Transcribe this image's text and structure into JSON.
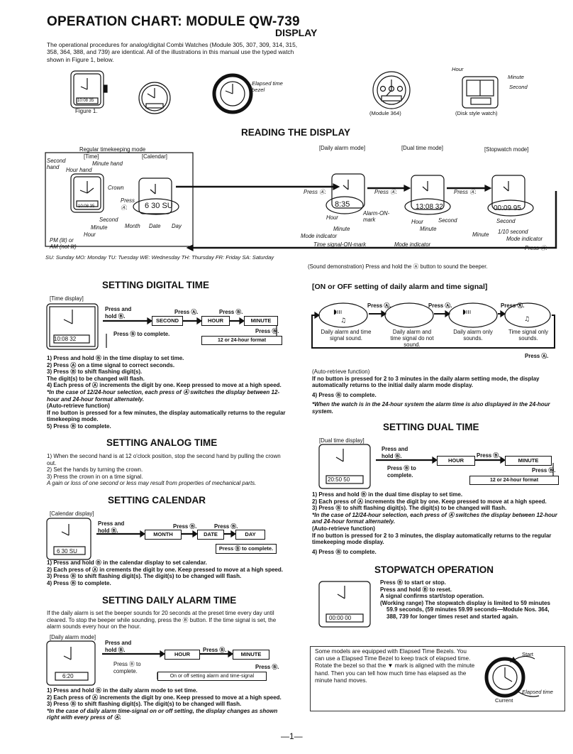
{
  "header": {
    "title": "OPERATION CHART: MODULE QW-739",
    "subtitle": "DISPLAY",
    "intro": "The operational procedures for analog/digital Combi Watches (Module 305, 307, 309, 314, 315, 358, 364, 388, and 739) are identical. All of the illustrations in this manual use the typed watch shown in Figure 1, below.",
    "figure1": "Figure 1.",
    "elapsed_time_bezel": "Elapsed time bezel",
    "module364": "(Module 364)",
    "disk_style": "(Disk style watch)",
    "hour": "Hour",
    "minute": "Minute",
    "second": "Second"
  },
  "reading": {
    "title": "READING THE DISPLAY",
    "regular_mode": "Regular timekeeping mode",
    "time": "[Time]",
    "calendar": "[Calendar]",
    "daily_alarm_mode": "[Daily alarm mode]",
    "dual_time_mode": "[Dual time mode]",
    "stopwatch_mode": "[Stopwatch mode]",
    "second_hand": "Second hand",
    "minute_hand": "Minute hand",
    "hour_hand": "Hour hand",
    "crown": "Crown",
    "press_a": "Press Ⓐ.",
    "second": "Second",
    "minute": "Minute",
    "hour": "Hour",
    "month": "Month",
    "date": "Date",
    "day": "Day",
    "pm_am": "PM (lit) or AM (not lit)",
    "alarm_on_mark": "Alarm-ON-mark",
    "mode_indicator": "Mode indicator",
    "time_signal_on_mark": "Time signal-ON-mark",
    "tenth_second": "1/10 second",
    "lcd_time": "10:08 35",
    "lcd_cal": "6 30 SU",
    "lcd_alarm": "8:35",
    "lcd_dual": "13:08 32",
    "lcd_stop": "00:09 95",
    "days": "SU: Sunday MO: Monday TU: Tuesday WE: Wednesday TH: Thursday FR: Friday SA: Saturday",
    "sound_demo": "(Sound demonstration) Press and hold the Ⓐ button to sound the beeper."
  },
  "setting_digital": {
    "title": "SETTING DIGITAL TIME",
    "display_label": "[Time display]",
    "press_hold": "Press and hold Ⓑ.",
    "press_a": "Press Ⓐ.",
    "press_b": "Press Ⓑ.",
    "second": "SECOND",
    "hour": "HOUR",
    "minute": "MINUTE",
    "press_b_complete": "Press Ⓑ to complete.",
    "format": "12 or 24-hour format",
    "lcd": "10:08 32",
    "steps": [
      "1) Press and hold Ⓑ in the time display to set time.",
      "2) Press Ⓐ on a time signal to correct seconds.",
      "3) Press Ⓑ to shift flashing digit(s).",
      "    The digit(s) to be changed will flash.",
      "4) Each press of Ⓐ increments the digit by one. Keep pressed to move at a high speed."
    ],
    "note": "*In the case of 12/24-hour selection, each press of Ⓐ switches the display between 12-hour and 24-hour format alternately.",
    "auto_title": "(Auto-retrieve function)",
    "auto_text": "If no button is pressed for a few minutes, the display automatically returns to the regular timekeeping mode.",
    "step5": "5) Press Ⓑ to complete."
  },
  "setting_analog": {
    "title": "SETTING ANALOG TIME",
    "steps": [
      "1) When the second hand is at 12 o'clock position, stop the second hand by pulling the crown out.",
      "2) Set the hands by turning the crown.",
      "3) Press the crown in on a time signal."
    ],
    "note": "A gain or loss of one second or less may result from properties of mechanical parts."
  },
  "setting_calendar": {
    "title": "SETTING CALENDAR",
    "display_label": "[Calendar display]",
    "press_hold": "Press and hold Ⓑ.",
    "press_b": "Press Ⓑ.",
    "month": "MONTH",
    "date": "DATE",
    "day": "DAY",
    "complete": "Press Ⓑ to complete.",
    "lcd": "6 30 SU",
    "steps": [
      "1) Press and hold Ⓑ in the calendar display to set calendar.",
      "2) Each press of Ⓐ in crements the digit by one. Keep pressed to move at a high speed.",
      "3) Press Ⓑ to shift flashing digit(s). The digit(s) to be changed will flash.",
      "4) Press Ⓑ to complete."
    ]
  },
  "setting_alarm": {
    "title": "SETTING DAILY ALARM TIME",
    "intro": "If the daily alarm is set the beeper sounds for 20 seconds at the preset time every day until cleared. To stop the beeper while sounding, press the Ⓑ button. If the time signal is set, the alarm sounds every hour on the hour.",
    "display_label": "[Daily alarm mode]",
    "press_hold": "Press and hold Ⓑ.",
    "press_b": "Press Ⓑ.",
    "hour": "HOUR",
    "minute": "MINUTE",
    "complete": "Press Ⓑ to complete.",
    "on_off": "On or off setting alarm and time-signal",
    "lcd": "6:20",
    "steps": [
      "1) Press and hold Ⓑ in the daily alarm mode to set time.",
      "2) Each press of Ⓐ increments the digit by one. Keep pressed to move at a high speed.",
      "3) Press Ⓑ to shift flashing digit(s). The digit(s) to be changed will flash."
    ],
    "note": "*In the case of daily alarm time-signal on or off setting, the display changes as shown right with every press of Ⓐ."
  },
  "on_off_setting": {
    "title": "[ON or OFF setting of daily alarm and time signal]",
    "press_a": "Press Ⓐ.",
    "states": [
      "Daily alarm and time signal sound.",
      "Daily alarm and time signal do not sound.",
      "Daily alarm only sounds.",
      "Time signal only sounds."
    ],
    "auto_title": "(Auto-retrieve function)",
    "auto_text": "If no button is pressed for 2 to 3 minutes in the daily alarm setting mode, the display automatically returns to the initial daily alarm mode display.",
    "step4": "4) Press Ⓑ to complete.",
    "note": "*When the watch is in the 24-hour system the alarm time is also displayed in the 24-hour system."
  },
  "setting_dual": {
    "title": "SETTING DUAL TIME",
    "display_label": "[Dual time display]",
    "press_hold": "Press and hold Ⓑ.",
    "press_b": "Press Ⓑ.",
    "hour": "HOUR",
    "minute": "MINUTE",
    "complete": "Press Ⓑ to complete.",
    "format": "12 or 24-hour format",
    "lcd": "20:50 50",
    "steps": [
      "1) Press and hold Ⓑ in the dual time display to set time.",
      "2) Each press of Ⓐ increments the digit by one. Keep pressed to move at a high speed.",
      "3) Press Ⓑ to shift flashing digit(s). The digit(s) to be changed will flash."
    ],
    "note": "*In the case of 12/24-hour selection, each press of Ⓐ switches the display between 12-hour and 24-hour format alternately.",
    "auto_title": "(Auto-retrieve function)",
    "auto_text": "If no button is pressed for 2 to 3 minutes, the display automatically returns to the regular timekeeping mode display.",
    "step4": "4) Press Ⓑ to complete."
  },
  "stopwatch": {
    "title": "STOPWATCH OPERATION",
    "lcd": "00:00 00",
    "lines": [
      "Press Ⓑ to start or stop.",
      "Press and hold Ⓑ to reset.",
      "A signal confirms start/stop operation.",
      "(Working range) The stopwatch display is limited to 59 minutes",
      "59.9 seconds, (59 minutes 59.99 seconds—Module Nos. 364,",
      "388, 739 for longer times reset and started again."
    ]
  },
  "elapsed": {
    "text": "Some models are equipped with Elapsed Time Bezels. You can use a Elapsed Time Bezel to keep track of elapsed time. Rotate the bezel so that the ▼ mark is aligned with the minute hand. Then you can tell how much time has elapsed as the minute hand moves.",
    "start": "Start",
    "elapsed_time": "Elapsed time",
    "current": "Current"
  },
  "footer": {
    "page": "—1—"
  }
}
